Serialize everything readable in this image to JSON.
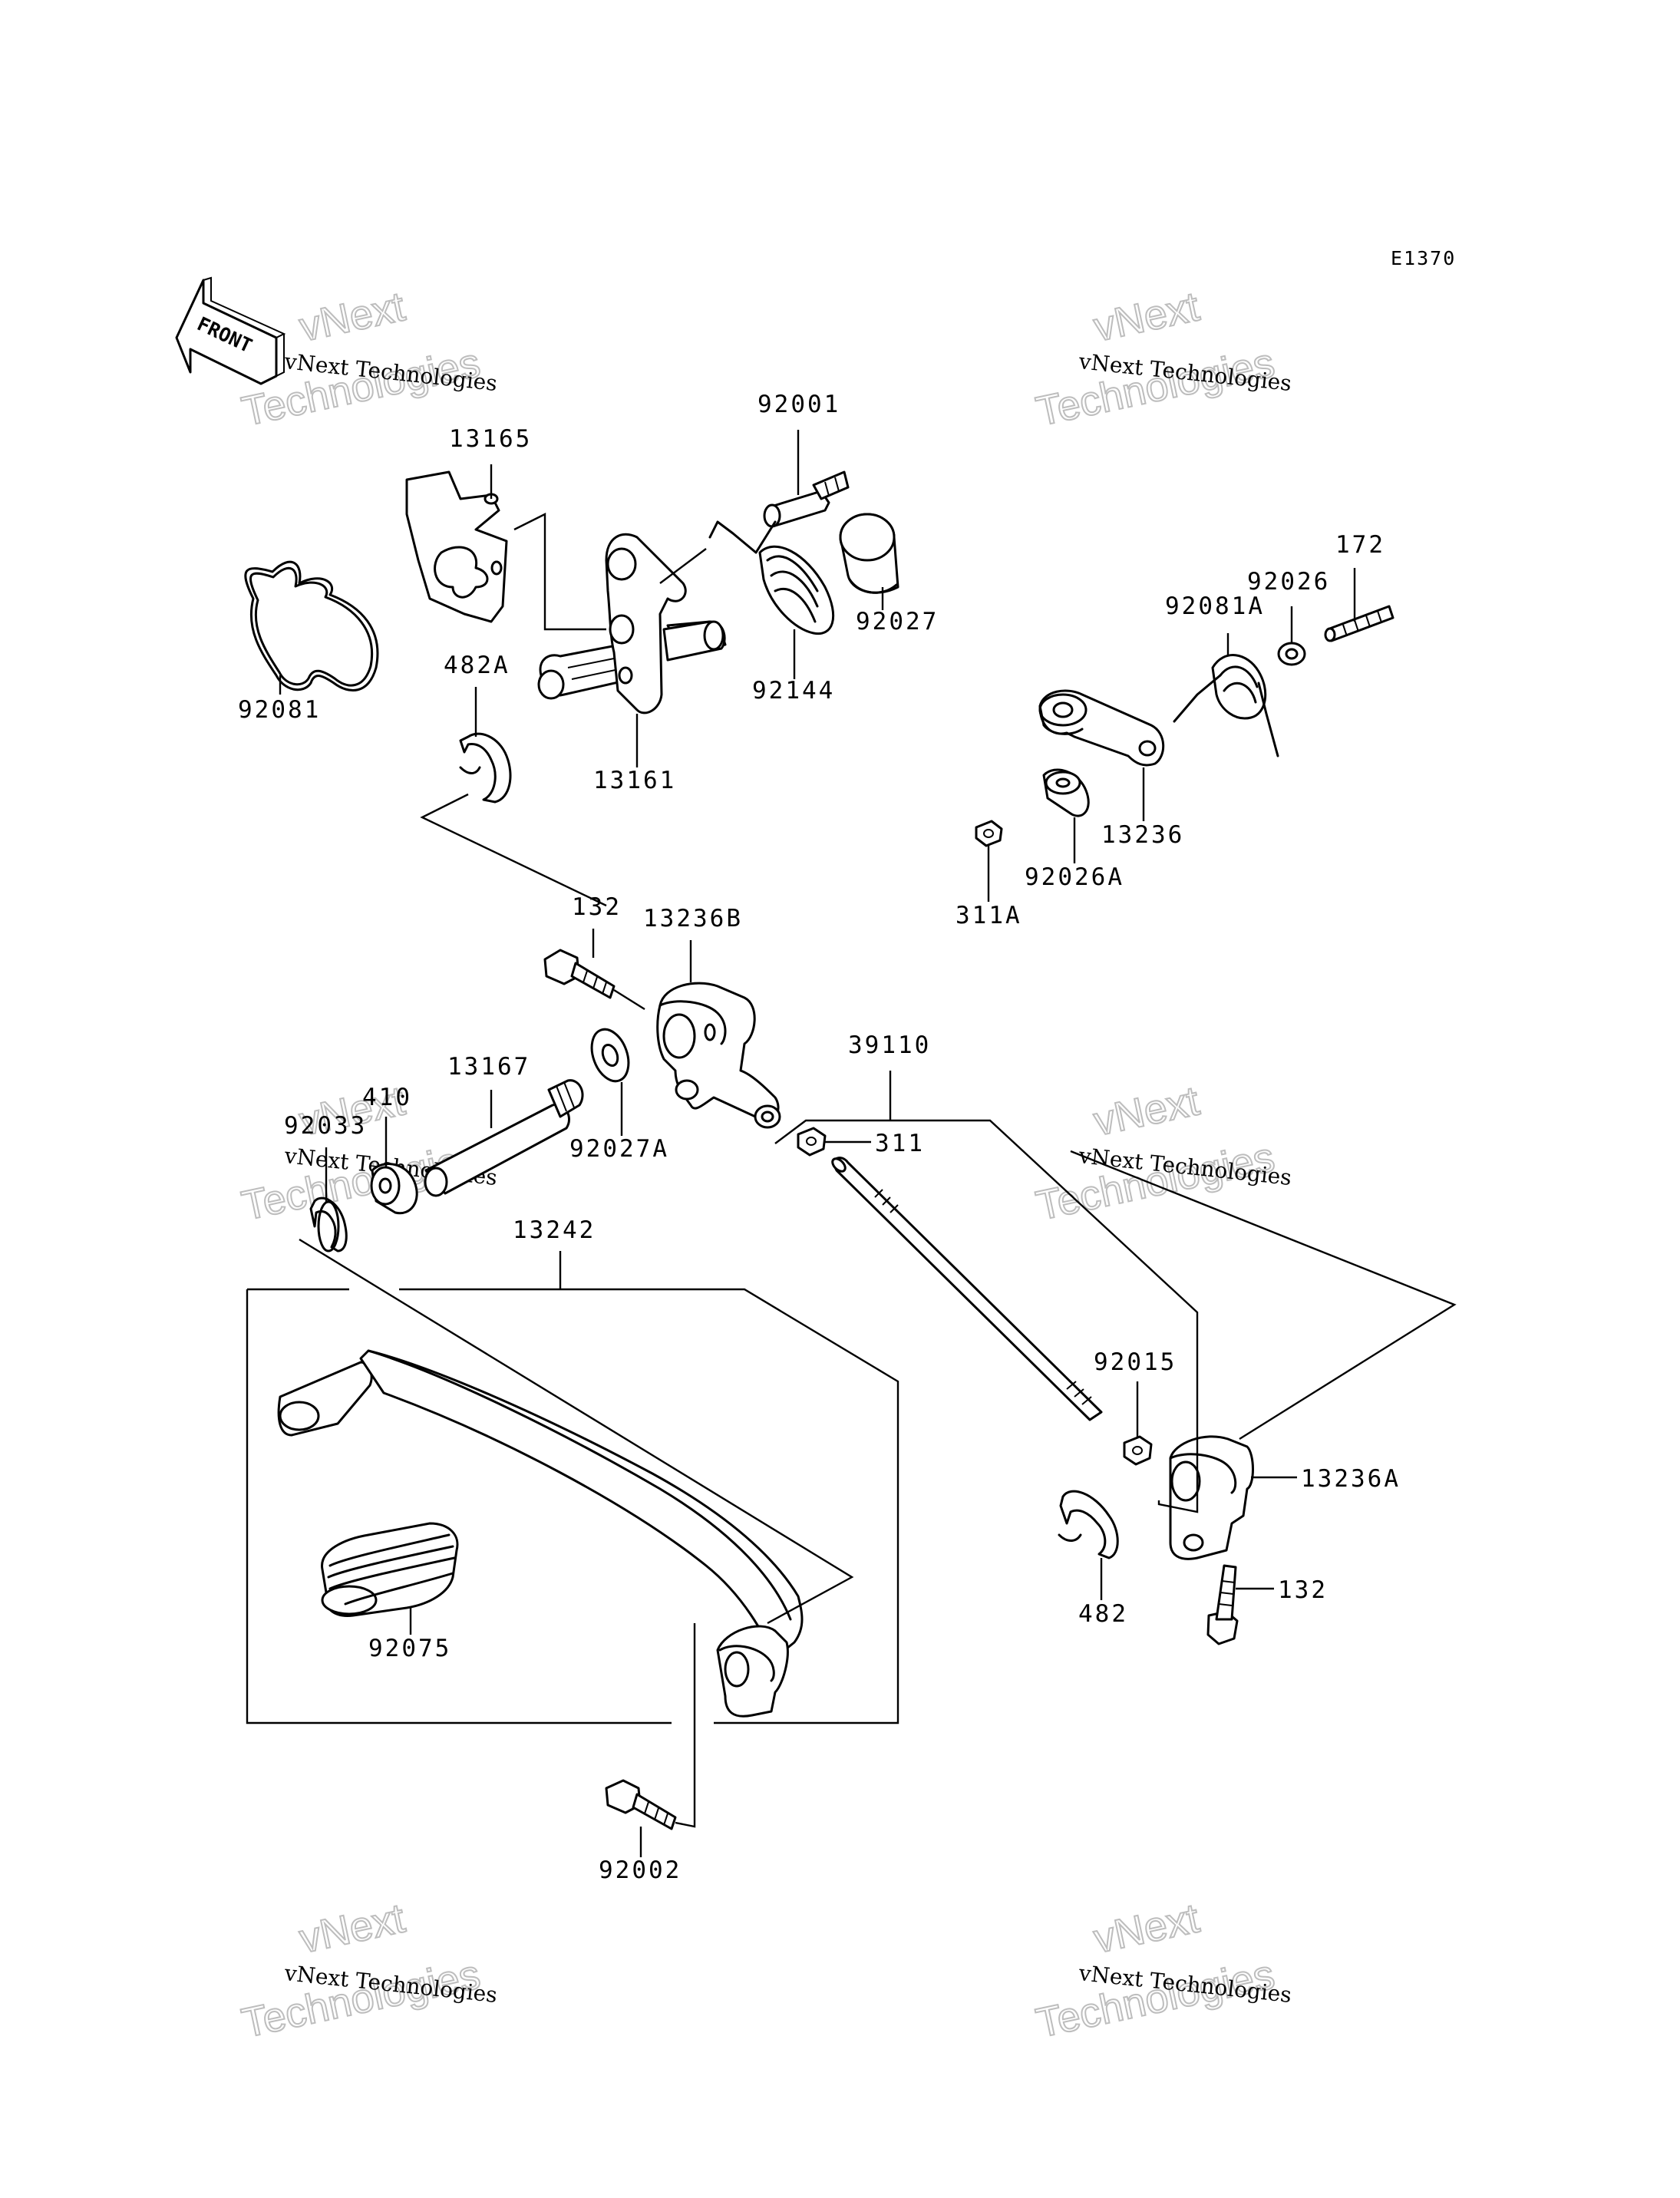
{
  "diagram": {
    "code": "E1370",
    "front_arrow_label": "FRONT",
    "watermark": {
      "small_text": "vNext Technologies",
      "big_line1": "vNext",
      "big_line2": "Technologies"
    },
    "part_numbers": {
      "p92001": "92001",
      "p13165": "13165",
      "p92027": "92027",
      "p92144": "92144",
      "p92081": "92081",
      "p482A": "482A",
      "p13161": "13161",
      "p172": "172",
      "p92026": "92026",
      "p92081A": "92081A",
      "p13236": "13236",
      "p92026A": "92026A",
      "p311A": "311A",
      "p132_top": "132",
      "p13236B": "13236B",
      "p39110": "39110",
      "p13167": "13167",
      "p410": "410",
      "p92033": "92033",
      "p92027A": "92027A",
      "p311": "311",
      "p13242": "13242",
      "p92015": "92015",
      "p13236A": "13236A",
      "p482": "482",
      "p132_bottom": "132",
      "p92075": "92075",
      "p92002": "92002"
    }
  }
}
